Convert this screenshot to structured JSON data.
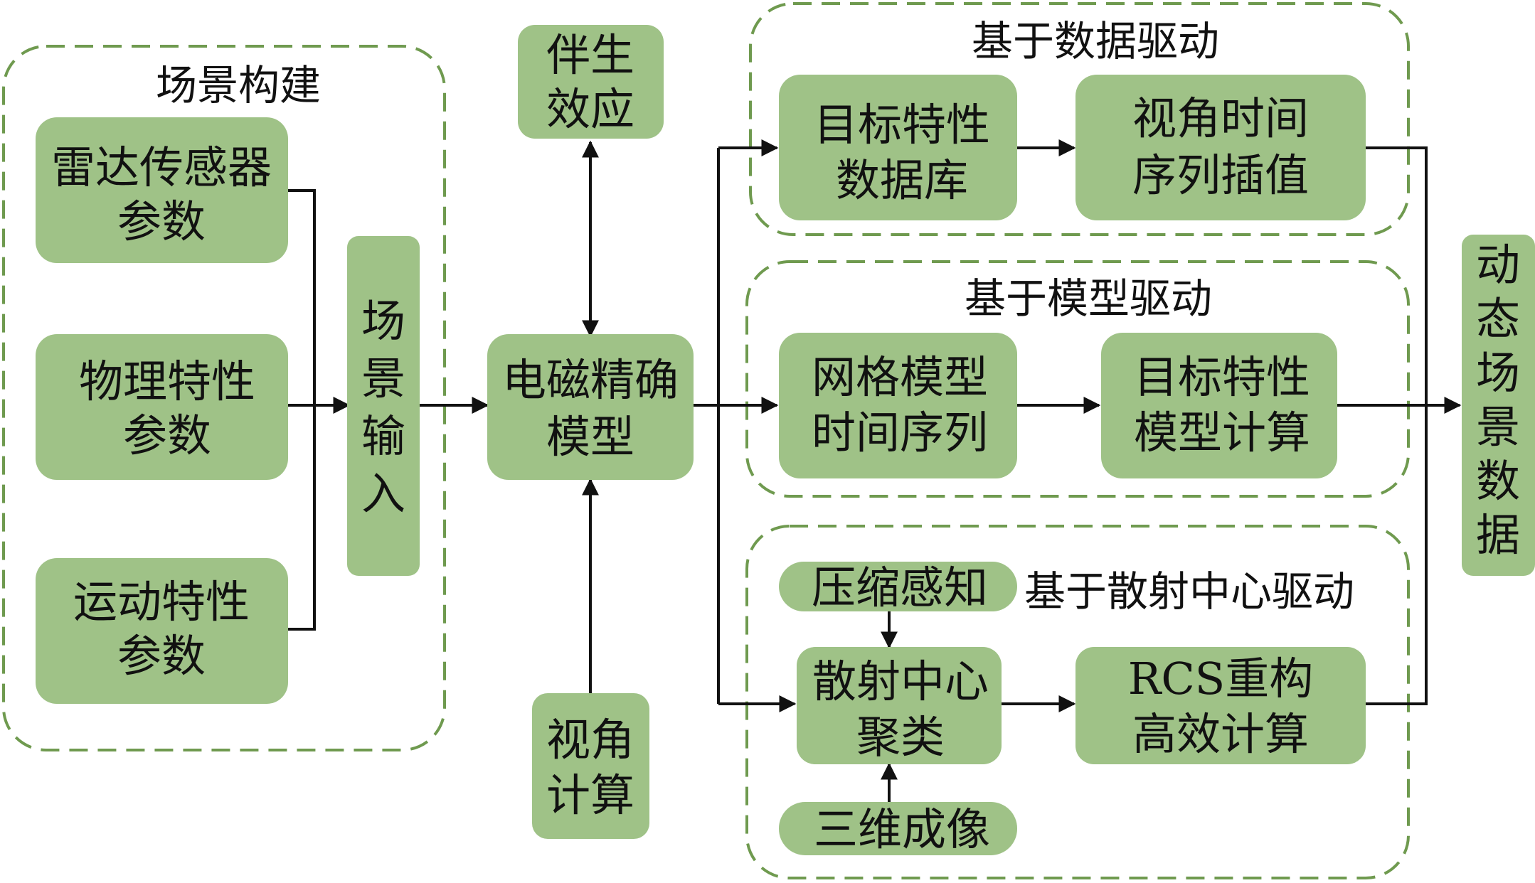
{
  "regions": {
    "scene_build": "场景构建",
    "data_driven": "基于数据驱动",
    "model_driven": "基于模型驱动",
    "scatter_driven": "基于散射中心驱动"
  },
  "boxes": {
    "radar_params": [
      "雷达传感器",
      "参数"
    ],
    "physical_params": [
      "物理特性",
      "参数"
    ],
    "motion_params": [
      "运动特性",
      "参数"
    ],
    "scene_input": [
      "场",
      "景",
      "输",
      "入"
    ],
    "em_model": [
      "电磁精确",
      "模型"
    ],
    "companion_effect": [
      "伴生",
      "效应"
    ],
    "view_calc": [
      "视角",
      "计算"
    ],
    "target_db": [
      "目标特性",
      "数据库"
    ],
    "view_time_interp": [
      "视角时间",
      "序列插值"
    ],
    "mesh_time_series": [
      "网格模型",
      "时间序列"
    ],
    "target_model_calc": [
      "目标特性",
      "模型计算"
    ],
    "compressed_sensing": [
      "压缩感知"
    ],
    "scatter_cluster": [
      "散射中心",
      "聚类"
    ],
    "rcs_recon": [
      "RCS重构",
      "高效计算"
    ],
    "imaging_3d": [
      "三维成像"
    ],
    "dynamic_scene": [
      "动",
      "态",
      "场",
      "景",
      "数",
      "据"
    ]
  }
}
